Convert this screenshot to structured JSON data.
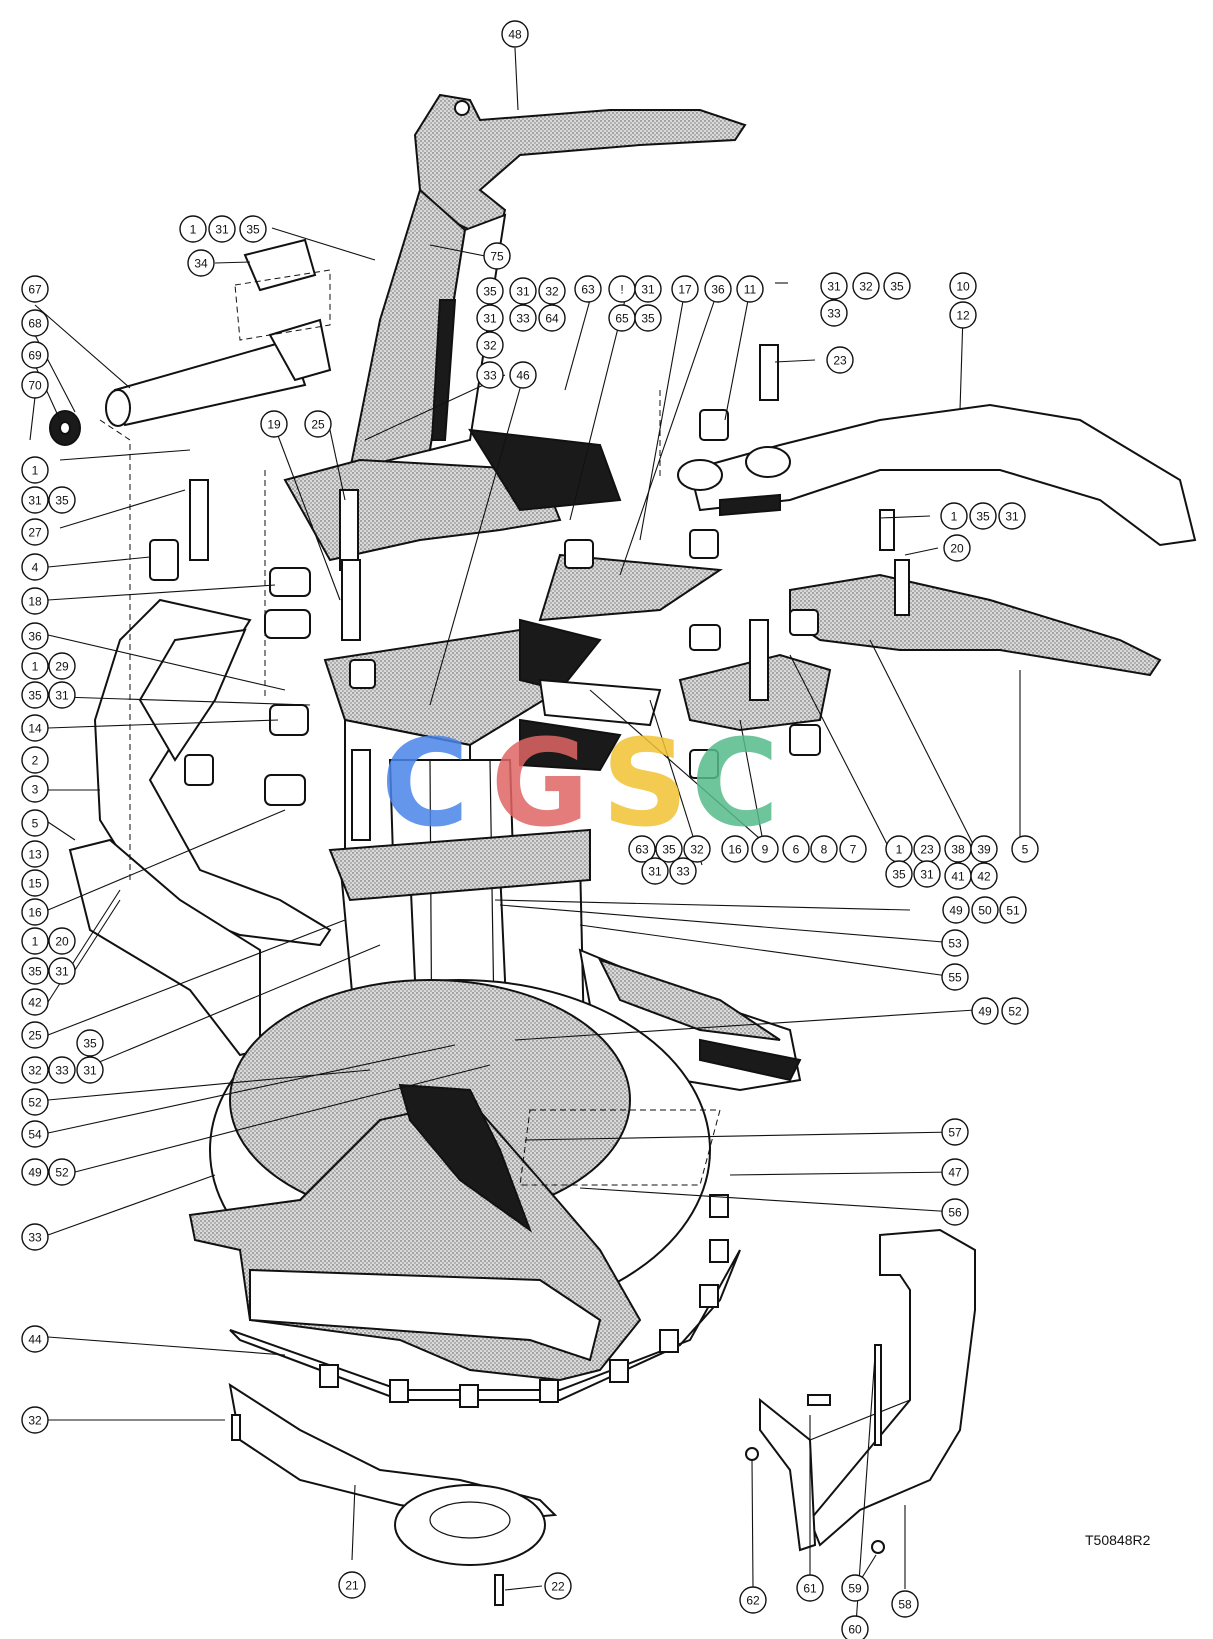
{
  "drawing_code": "T50848R2",
  "watermark": {
    "text": "CGSC",
    "letter_colors": [
      "#4a86e8",
      "#e06666",
      "#f1c232",
      "#57bb8a"
    ]
  },
  "callouts": [
    {
      "id": "c48",
      "label": "48"
    },
    {
      "id": "c1a",
      "label": "1"
    },
    {
      "id": "c31a",
      "label": "31"
    },
    {
      "id": "c35a",
      "label": "35"
    },
    {
      "id": "c34",
      "label": "34"
    },
    {
      "id": "c75",
      "label": "75"
    },
    {
      "id": "c67",
      "label": "67"
    },
    {
      "id": "c68",
      "label": "68"
    },
    {
      "id": "c69",
      "label": "69"
    },
    {
      "id": "c70",
      "label": "70"
    },
    {
      "id": "c35b",
      "label": "35"
    },
    {
      "id": "c31b",
      "label": "31"
    },
    {
      "id": "c32b",
      "label": "32"
    },
    {
      "id": "c31c",
      "label": "31"
    },
    {
      "id": "c33c",
      "label": "33"
    },
    {
      "id": "c64",
      "label": "64"
    },
    {
      "id": "c32c",
      "label": "32"
    },
    {
      "id": "c33d",
      "label": "33"
    },
    {
      "id": "c46",
      "label": "46"
    },
    {
      "id": "c63a",
      "label": "63"
    },
    {
      "id": "c1b",
      "label": "!"
    },
    {
      "id": "c31d",
      "label": "31"
    },
    {
      "id": "c65",
      "label": "65"
    },
    {
      "id": "c35d",
      "label": "35"
    },
    {
      "id": "c17",
      "label": "17"
    },
    {
      "id": "c36a",
      "label": "36"
    },
    {
      "id": "c11",
      "label": "11"
    },
    {
      "id": "c31e",
      "label": "31"
    },
    {
      "id": "c32e",
      "label": "32"
    },
    {
      "id": "c35e",
      "label": "35"
    },
    {
      "id": "c33e",
      "label": "33"
    },
    {
      "id": "c10",
      "label": "10"
    },
    {
      "id": "c12",
      "label": "12"
    },
    {
      "id": "c23a",
      "label": "23"
    },
    {
      "id": "c19",
      "label": "19"
    },
    {
      "id": "c25a",
      "label": "25"
    },
    {
      "id": "c1f",
      "label": "1"
    },
    {
      "id": "c31f",
      "label": "31"
    },
    {
      "id": "c35f",
      "label": "35"
    },
    {
      "id": "c27",
      "label": "27"
    },
    {
      "id": "c4",
      "label": "4"
    },
    {
      "id": "c18",
      "label": "18"
    },
    {
      "id": "c36b",
      "label": "36"
    },
    {
      "id": "c1g",
      "label": "1"
    },
    {
      "id": "c29",
      "label": "29"
    },
    {
      "id": "c35g",
      "label": "35"
    },
    {
      "id": "c31g",
      "label": "31"
    },
    {
      "id": "c14",
      "label": "14"
    },
    {
      "id": "c2",
      "label": "2"
    },
    {
      "id": "c3",
      "label": "3"
    },
    {
      "id": "c5a",
      "label": "5"
    },
    {
      "id": "c13",
      "label": "13"
    },
    {
      "id": "c15",
      "label": "15"
    },
    {
      "id": "c16a",
      "label": "16"
    },
    {
      "id": "c1h",
      "label": "1"
    },
    {
      "id": "c20a",
      "label": "20"
    },
    {
      "id": "c35h",
      "label": "35"
    },
    {
      "id": "c31h",
      "label": "31"
    },
    {
      "id": "c42a",
      "label": "42"
    },
    {
      "id": "c25b",
      "label": "25"
    },
    {
      "id": "c35i",
      "label": "35"
    },
    {
      "id": "c32i",
      "label": "32"
    },
    {
      "id": "c33i",
      "label": "33"
    },
    {
      "id": "c31i",
      "label": "31"
    },
    {
      "id": "c52a",
      "label": "52"
    },
    {
      "id": "c54",
      "label": "54"
    },
    {
      "id": "c49a",
      "label": "49"
    },
    {
      "id": "c52b",
      "label": "52"
    },
    {
      "id": "c33j",
      "label": "33"
    },
    {
      "id": "c44",
      "label": "44"
    },
    {
      "id": "c32k",
      "label": "32"
    },
    {
      "id": "c21",
      "label": "21"
    },
    {
      "id": "c22",
      "label": "22"
    },
    {
      "id": "c1m",
      "label": "1"
    },
    {
      "id": "c35m",
      "label": "35"
    },
    {
      "id": "c31m",
      "label": "31"
    },
    {
      "id": "c20b",
      "label": "20"
    },
    {
      "id": "c63b",
      "label": "63"
    },
    {
      "id": "c35n",
      "label": "35"
    },
    {
      "id": "c32n",
      "label": "32"
    },
    {
      "id": "c31n",
      "label": "31"
    },
    {
      "id": "c33n",
      "label": "33"
    },
    {
      "id": "c16b",
      "label": "16"
    },
    {
      "id": "c9",
      "label": "9"
    },
    {
      "id": "c6",
      "label": "6"
    },
    {
      "id": "c8",
      "label": "8"
    },
    {
      "id": "c7",
      "label": "7"
    },
    {
      "id": "c1o",
      "label": "1"
    },
    {
      "id": "c23b",
      "label": "23"
    },
    {
      "id": "c35o",
      "label": "35"
    },
    {
      "id": "c31o",
      "label": "31"
    },
    {
      "id": "c38",
      "label": "38"
    },
    {
      "id": "c39",
      "label": "39"
    },
    {
      "id": "c41",
      "label": "41"
    },
    {
      "id": "c42b",
      "label": "42"
    },
    {
      "id": "c5b",
      "label": "5"
    },
    {
      "id": "c49b",
      "label": "49"
    },
    {
      "id": "c50",
      "label": "50"
    },
    {
      "id": "c51",
      "label": "51"
    },
    {
      "id": "c53",
      "label": "53"
    },
    {
      "id": "c55",
      "label": "55"
    },
    {
      "id": "c49c",
      "label": "49"
    },
    {
      "id": "c52c",
      "label": "52"
    },
    {
      "id": "c57",
      "label": "57"
    },
    {
      "id": "c47",
      "label": "47"
    },
    {
      "id": "c56",
      "label": "56"
    },
    {
      "id": "c61",
      "label": "61"
    },
    {
      "id": "c59",
      "label": "59"
    },
    {
      "id": "c62",
      "label": "62"
    },
    {
      "id": "c60",
      "label": "60"
    },
    {
      "id": "c58",
      "label": "58"
    }
  ]
}
